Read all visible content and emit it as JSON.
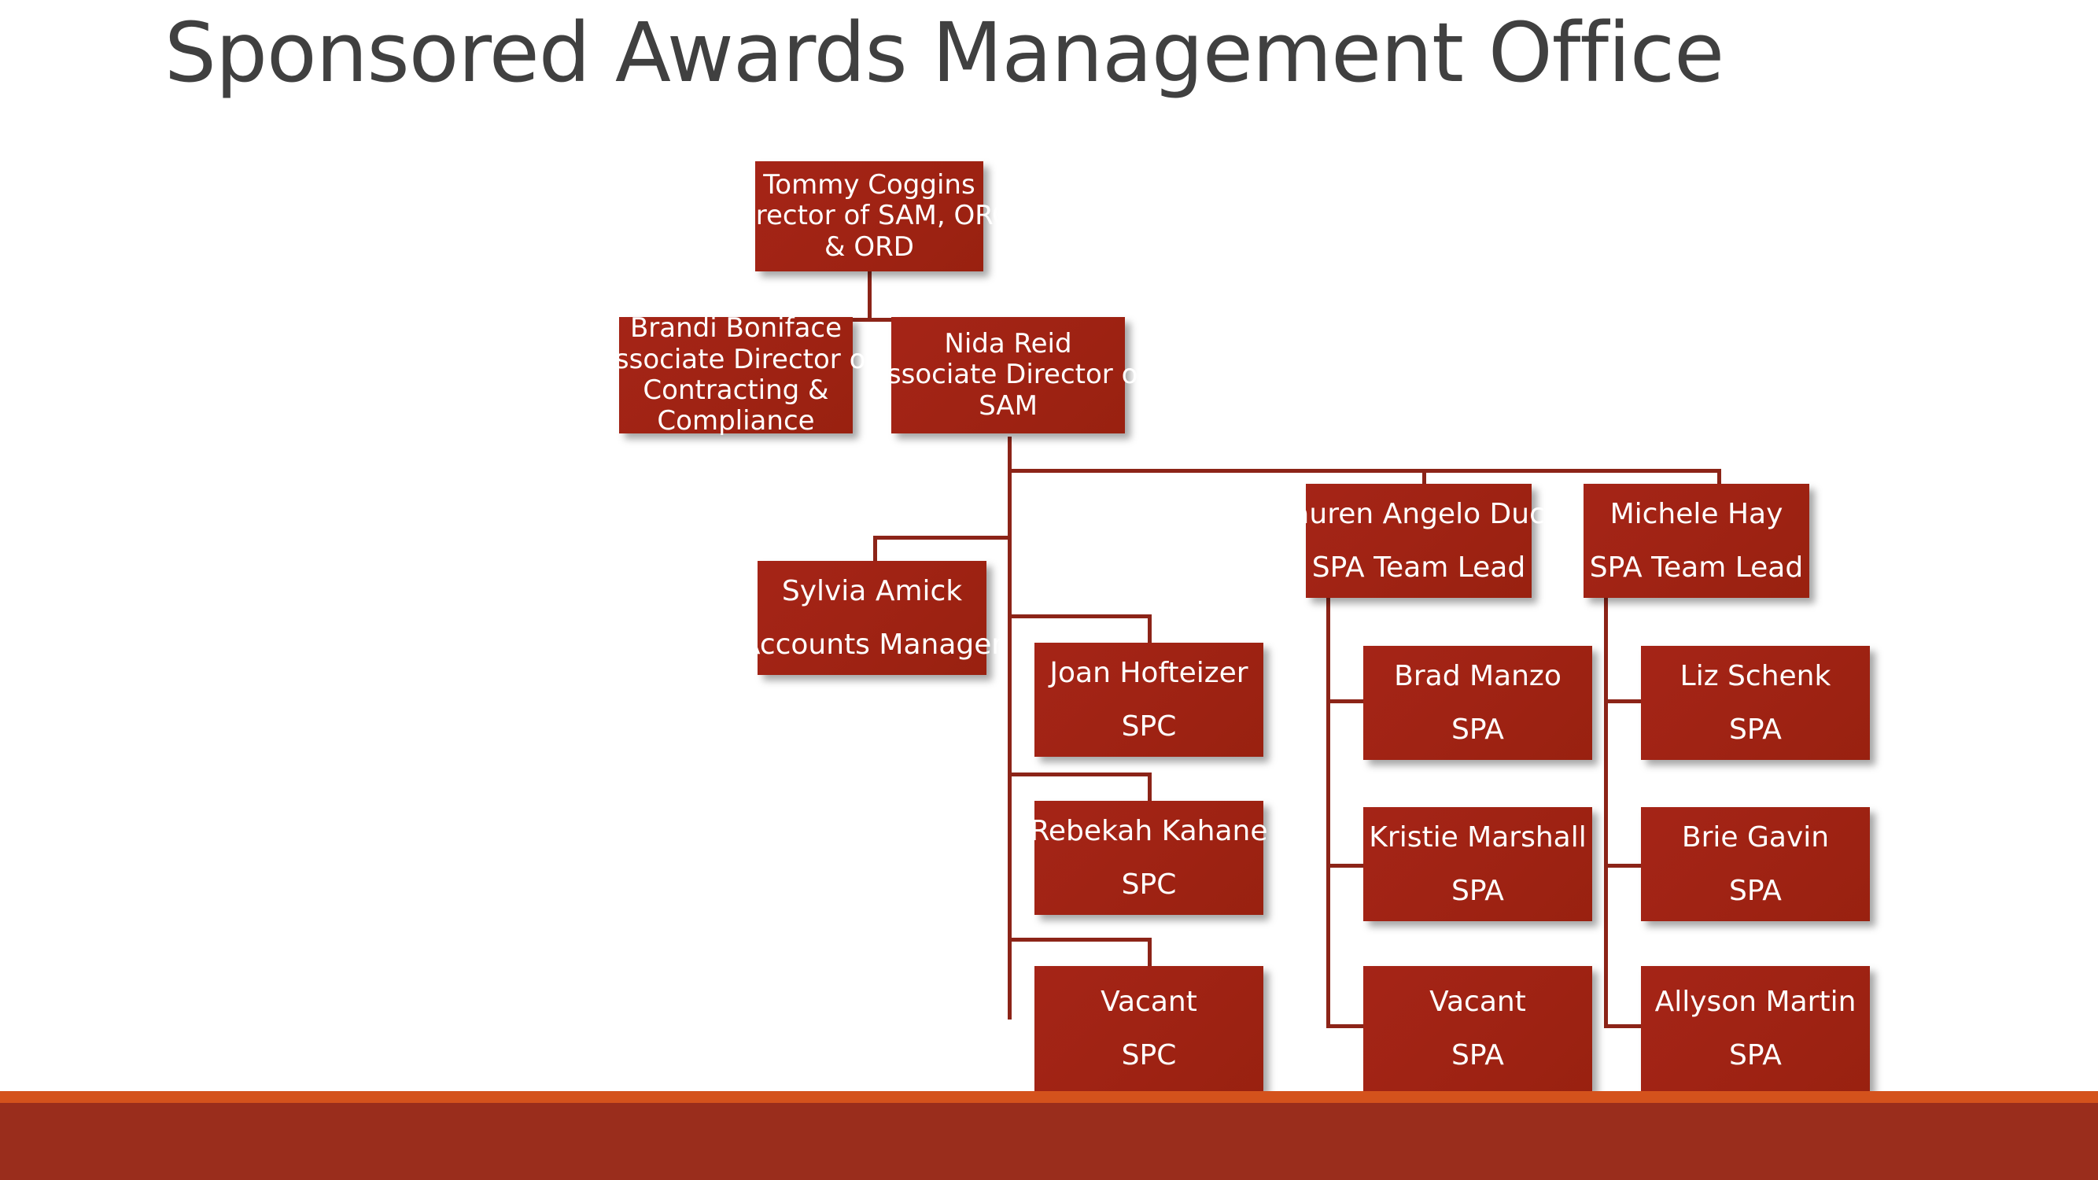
{
  "slide": {
    "title": "Sponsored Awards Management Office",
    "colors": {
      "box_fill": "#A52417",
      "box_text": "#FFFFFF",
      "connector": "#8C2418",
      "title_text": "#404040",
      "footer_stripe": "#D4521C",
      "footer_band": "#9A2D1C",
      "background": "#FFFFFF"
    }
  },
  "org_chart": {
    "type": "org-hierarchy",
    "nodes": [
      {
        "id": "tommy-coggins",
        "name": "Tommy Coggins",
        "title_lines": [
          "Director of SAM, ORC",
          "& ORD"
        ],
        "level": 0,
        "reports_to": null
      },
      {
        "id": "brandi-boniface",
        "name": "Brandi Boniface",
        "title_lines": [
          "Associate Director of",
          "Contracting &",
          "Compliance"
        ],
        "level": 1,
        "reports_to": "tommy-coggins"
      },
      {
        "id": "nida-reid",
        "name": "Nida Reid",
        "title_lines": [
          "Associate Director of",
          "SAM"
        ],
        "level": 1,
        "reports_to": "tommy-coggins"
      },
      {
        "id": "lauren-angelo-duck",
        "name": "Lauren Angelo Duck",
        "title_lines": [
          "SPA Team Lead"
        ],
        "level": 2,
        "reports_to": "nida-reid"
      },
      {
        "id": "michele-hay",
        "name": "Michele Hay",
        "title_lines": [
          "SPA Team Lead"
        ],
        "level": 2,
        "reports_to": "nida-reid"
      },
      {
        "id": "sylvia-amick",
        "name": "Sylvia Amick",
        "title_lines": [
          "Accounts Manager"
        ],
        "level": 2,
        "reports_to": "nida-reid"
      },
      {
        "id": "joan-hofteizer",
        "name": "Joan Hofteizer",
        "title_lines": [
          "SPC"
        ],
        "level": 3,
        "reports_to": "nida-reid"
      },
      {
        "id": "rebekah-kahane",
        "name": "Rebekah Kahane",
        "title_lines": [
          "SPC"
        ],
        "level": 3,
        "reports_to": "nida-reid"
      },
      {
        "id": "vacant-spc",
        "name": "Vacant",
        "title_lines": [
          "SPC"
        ],
        "level": 3,
        "reports_to": "nida-reid"
      },
      {
        "id": "brad-manzo",
        "name": "Brad Manzo",
        "title_lines": [
          "SPA"
        ],
        "level": 3,
        "reports_to": "lauren-angelo-duck"
      },
      {
        "id": "kristie-marshall",
        "name": "Kristie Marshall",
        "title_lines": [
          "SPA"
        ],
        "level": 3,
        "reports_to": "lauren-angelo-duck"
      },
      {
        "id": "vacant-spa",
        "name": "Vacant",
        "title_lines": [
          "SPA"
        ],
        "level": 3,
        "reports_to": "lauren-angelo-duck"
      },
      {
        "id": "liz-schenk",
        "name": "Liz Schenk",
        "title_lines": [
          "SPA"
        ],
        "level": 3,
        "reports_to": "michele-hay"
      },
      {
        "id": "brie-gavin",
        "name": "Brie Gavin",
        "title_lines": [
          "SPA"
        ],
        "level": 3,
        "reports_to": "michele-hay"
      },
      {
        "id": "allyson-martin",
        "name": "Allyson Martin",
        "title_lines": [
          "SPA"
        ],
        "level": 3,
        "reports_to": "michele-hay"
      }
    ]
  }
}
